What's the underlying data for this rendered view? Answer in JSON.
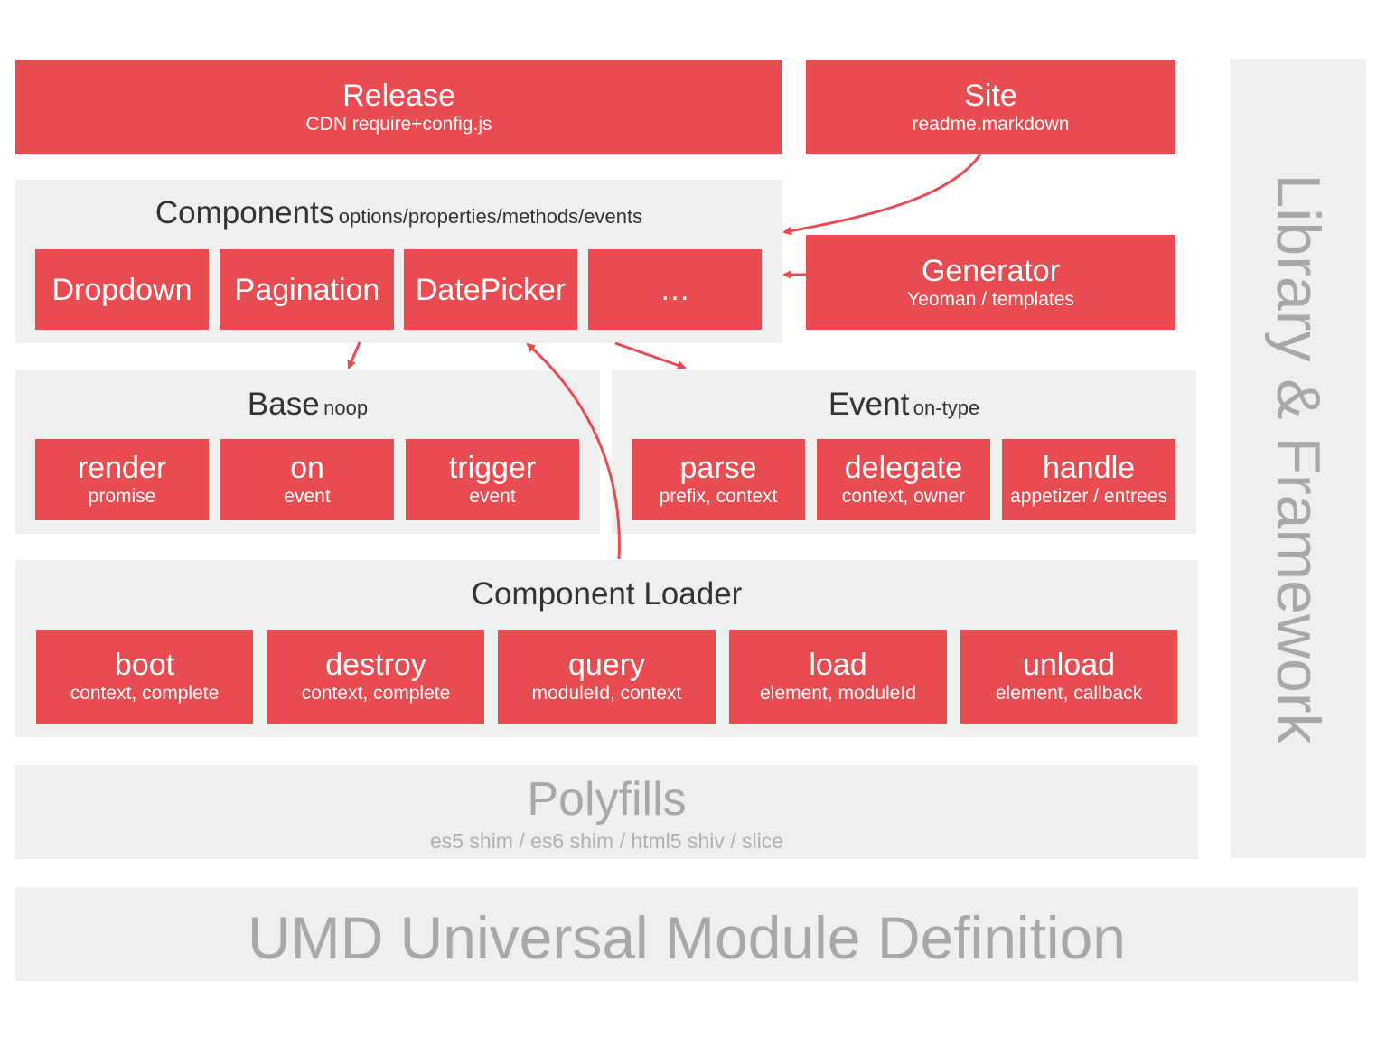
{
  "release": {
    "title": "Release",
    "subtitle": "CDN require+config.js"
  },
  "site": {
    "title": "Site",
    "subtitle": "readme.markdown"
  },
  "components": {
    "title": "Components",
    "subtitle": "options/properties/methods/events",
    "items": [
      {
        "label": "Dropdown"
      },
      {
        "label": "Pagination"
      },
      {
        "label": "DatePicker"
      },
      {
        "label": "…"
      }
    ]
  },
  "generator": {
    "title": "Generator",
    "subtitle": "Yeoman / templates"
  },
  "base": {
    "title": "Base",
    "subtitle": "noop",
    "items": [
      {
        "title": "render",
        "subtitle": "promise"
      },
      {
        "title": "on",
        "subtitle": "event"
      },
      {
        "title": "trigger",
        "subtitle": "event"
      }
    ]
  },
  "event": {
    "title": "Event",
    "subtitle": "on-type",
    "items": [
      {
        "title": "parse",
        "subtitle": "prefix, context"
      },
      {
        "title": "delegate",
        "subtitle": "context, owner"
      },
      {
        "title": "handle",
        "subtitle": "appetizer / entrees"
      }
    ]
  },
  "loader": {
    "title": "Component Loader",
    "items": [
      {
        "title": "boot",
        "subtitle": "context, complete"
      },
      {
        "title": "destroy",
        "subtitle": "context, complete"
      },
      {
        "title": "query",
        "subtitle": "moduleId, context"
      },
      {
        "title": "load",
        "subtitle": "element, moduleId"
      },
      {
        "title": "unload",
        "subtitle": "element, callback"
      }
    ]
  },
  "polyfills": {
    "title": "Polyfills",
    "subtitle": "es5 shim / es6 shim / html5 shiv / slice"
  },
  "umd": {
    "title": "UMD Universal Module Definition"
  },
  "side_label": "Library & Framework",
  "colors": {
    "accent": "#e84c51",
    "panel": "#efefef",
    "muted_text": "#a3a3a3"
  }
}
